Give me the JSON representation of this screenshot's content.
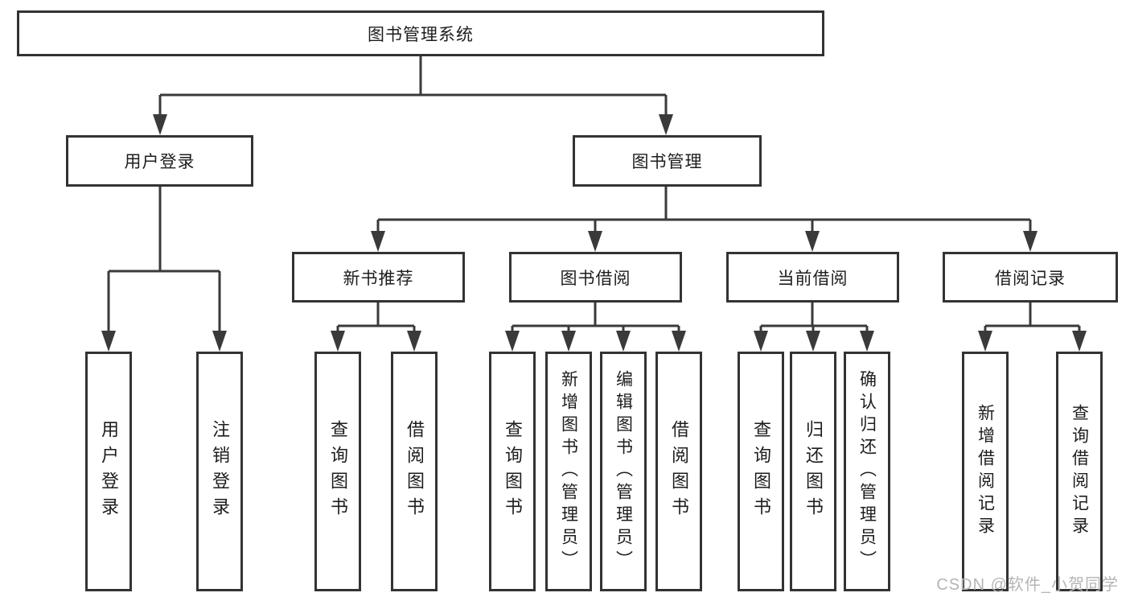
{
  "title": "图书管理系统",
  "nodes": {
    "root": {
      "label": "图书管理系统"
    },
    "user_login": {
      "label": "用户登录"
    },
    "book_management": {
      "label": "图书管理"
    },
    "new_book_recommend": {
      "label": "新书推荐"
    },
    "book_borrow": {
      "label": "图书借阅"
    },
    "current_borrow": {
      "label": "当前借阅"
    },
    "borrow_record": {
      "label": "借阅记录"
    },
    "leaf_user_login": {
      "label": "用户登录"
    },
    "leaf_logout": {
      "label": "注销登录"
    },
    "leaf_query_book_recommend": {
      "label": "查询图书"
    },
    "leaf_borrow_book_recommend": {
      "label": "借阅图书"
    },
    "leaf_query_book_borrow": {
      "label": "查询图书"
    },
    "leaf_add_book": {
      "label": "新增图书（管理员）"
    },
    "leaf_edit_book": {
      "label": "编辑图书（管理员）"
    },
    "leaf_borrow_book": {
      "label": "借阅图书"
    },
    "leaf_query_book_current": {
      "label": "查询图书"
    },
    "leaf_return_book": {
      "label": "归还图书"
    },
    "leaf_confirm_return": {
      "label": "确认归还（管理员）"
    },
    "leaf_add_borrow_record": {
      "label": "新增借阅记录"
    },
    "leaf_query_borrow_record": {
      "label": "查询借阅记录"
    }
  },
  "structure": {
    "图书管理系统": [
      "用户登录",
      "图书管理"
    ],
    "用户登录": [
      "用户登录",
      "注销登录"
    ],
    "图书管理": [
      "新书推荐",
      "图书借阅",
      "当前借阅",
      "借阅记录"
    ],
    "新书推荐": [
      "查询图书",
      "借阅图书"
    ],
    "图书借阅": [
      "查询图书",
      "新增图书（管理员）",
      "编辑图书（管理员）",
      "借阅图书"
    ],
    "当前借阅": [
      "查询图书",
      "归还图书",
      "确认归还（管理员）"
    ],
    "借阅记录": [
      "新增借阅记录",
      "查询借阅记录"
    ]
  },
  "watermark": "CSDN @软件_小贺同学",
  "colors": {
    "line": "#3a3a3a",
    "box_border": "#333333",
    "box_fill": "#ffffff",
    "text": "#1d1d1d",
    "watermark": "#b5b5b5"
  }
}
